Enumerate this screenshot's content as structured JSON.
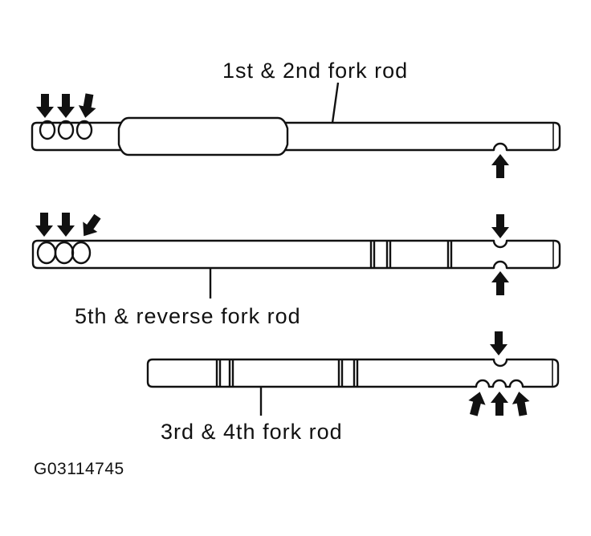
{
  "labels": {
    "rod_1_2": "1st & 2nd fork rod",
    "rod_5_rev": "5th & reverse fork rod",
    "rod_3_4": "3rd & 4th fork rod",
    "figure_code": "G03114745"
  },
  "colors": {
    "ink": "#111111",
    "background": "#ffffff"
  },
  "icons": {
    "pointer": "arrow-icon"
  }
}
